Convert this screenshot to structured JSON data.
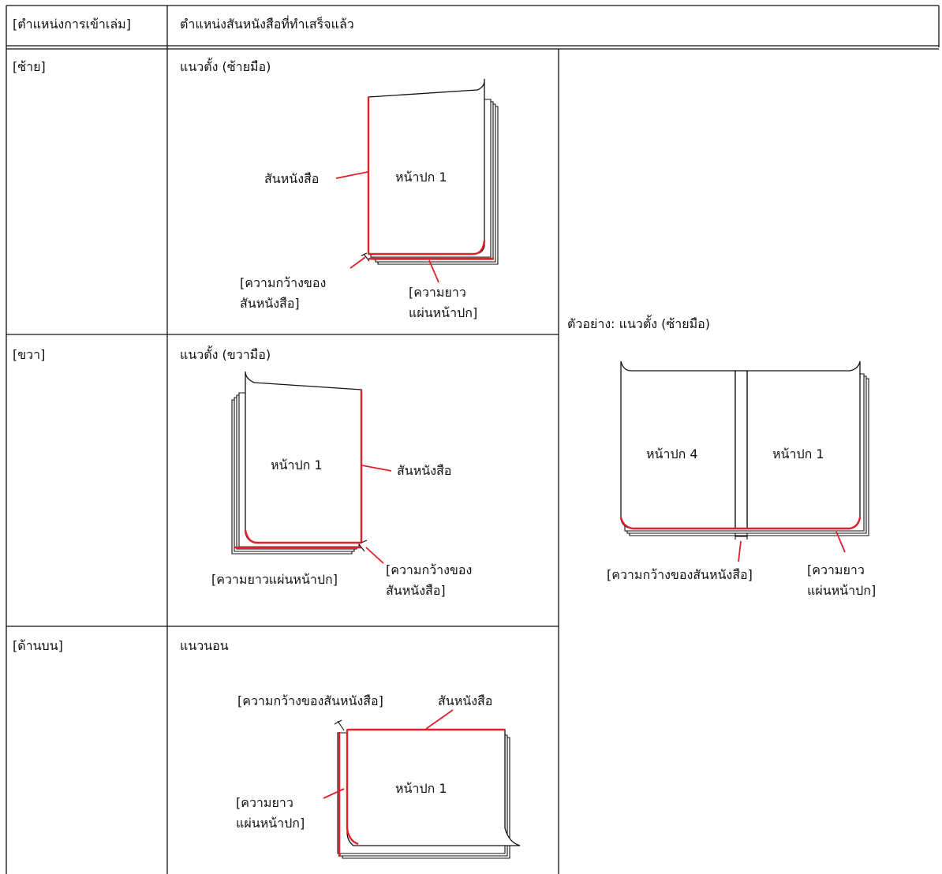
{
  "table": {
    "header": {
      "col1": "[ตำแหน่งการเข้าเล่ม]",
      "col2": "ตำแหน่งสันหนังสือที่ทำเสร็จแล้ว"
    },
    "rows": [
      {
        "position": "[ซ้าย]",
        "orientation": "แนวตั้ง (ซ้ายมือ)",
        "labels": {
          "spine": "สันหนังสือ",
          "cover": "หน้าปก 1",
          "spine_width": "[ความกว้างของ\nสันหนังสือ]",
          "cover_length": "[ความยาว\nแผ่นหน้าปก]"
        }
      },
      {
        "position": "[ขวา]",
        "orientation": "แนวตั้ง (ขวามือ)",
        "labels": {
          "spine": "สันหนังสือ",
          "cover": "หน้าปก 1",
          "spine_width": "[ความกว้างของ\nสันหนังสือ]",
          "cover_length": "[ความยาวแผ่นหน้าปก]"
        }
      },
      {
        "position": "[ด้านบน]",
        "orientation": "แนวนอน",
        "labels": {
          "spine": "สันหนังสือ",
          "cover": "หน้าปก 1",
          "spine_width": "[ความกว้างของสันหนังสือ]",
          "cover_length": "[ความยาว\nแผ่นหน้าปก]"
        }
      }
    ],
    "example": {
      "caption": "ตัวอย่าง: แนวตั้ง (ซ้ายมือ)",
      "labels": {
        "cover4": "หน้าปก 4",
        "cover1": "หน้าปก 1",
        "spine_width": "[ความกว้างของสันหนังสือ]",
        "cover_length": "[ความยาว\nแผ่นหน้าปก]"
      }
    }
  },
  "colors": {
    "line": "#111111",
    "highlight": "#e0202a"
  }
}
